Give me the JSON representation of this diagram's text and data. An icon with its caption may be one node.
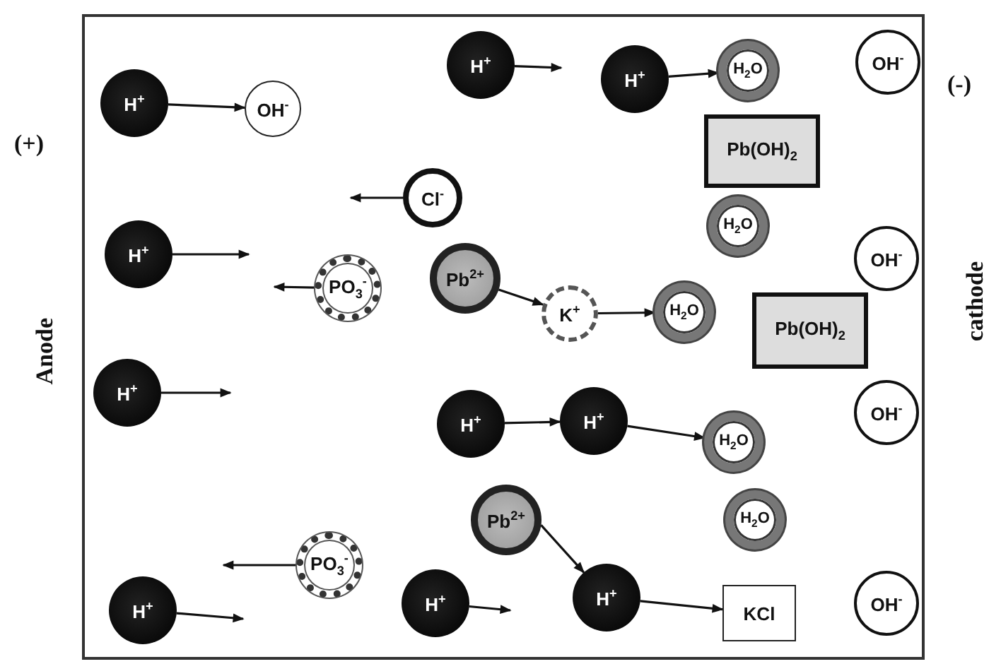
{
  "diagram": {
    "nodes": [
      {
        "text": [
          "H$^{+}$"
        ]
      },
      {
        "text": [
          "OH$^{-}$"
        ]
      },
      {
        "text": [
          "H$^{+}$"
        ]
      },
      {
        "text": [
          "H$^{+}$"
        ]
      },
      {
        "text": [
          "H$_{2}$O"
        ]
      },
      {
        "text": [
          "OH$^{-}$"
        ]
      },
      {
        "text": [
          "Pb(OH)$_{2}$"
        ]
      },
      {
        "text": [
          "Cl$^{-}$"
        ]
      },
      {
        "text": [
          "H$_{2}$O"
        ]
      },
      {
        "text": [
          "H$^{+}$"
        ]
      },
      {
        "text": [
          "PO$_{3}$$^{-}$"
        ]
      },
      {
        "text": [
          "Pb$^{2+}$"
        ]
      },
      {
        "text": [
          "OH$^{-}$"
        ]
      },
      {
        "text": [
          "K$^{+}$"
        ]
      },
      {
        "text": [
          "H$_{2}$O"
        ]
      },
      {
        "text": [
          "Pb(OH)$_{2}$"
        ]
      },
      {
        "text": [
          "H$^{+}$"
        ]
      },
      {
        "text": [
          "H$^{+}$"
        ]
      },
      {
        "text": [
          "H$^{+}$"
        ]
      },
      {
        "text": [
          "H$_{2}$O"
        ]
      },
      {
        "text": [
          "OH$^{-}$"
        ]
      },
      {
        "text": [
          "Pb$^{2+}$"
        ]
      },
      {
        "text": [
          "H$_{2}$O"
        ]
      },
      {
        "text": [
          "PO$_{3}$$^{-}$"
        ]
      },
      {
        "text": [
          "H$^{+}$"
        ]
      },
      {
        "text": [
          "H$^{+}$"
        ]
      },
      {
        "text": [
          "H$^{+}$"
        ]
      },
      {
        "text": [
          "KCl"
        ]
      },
      {
        "text": [
          "OH$^{-}$"
        ]
      }
    ],
    "edges": [
      {
        "from": 0,
        "to": 1,
        "arrow": "to"
      },
      {
        "from": 2,
        "to": null,
        "arrow": "to"
      },
      {
        "from": 3,
        "to": 4,
        "arrow": "to"
      },
      {
        "from": 7,
        "to": null,
        "arrow": "to"
      },
      {
        "from": 9,
        "to": null,
        "arrow": "to"
      },
      {
        "from": 10,
        "to": null,
        "arrow": "to"
      },
      {
        "from": 11,
        "to": 13,
        "arrow": "to"
      },
      {
        "from": 13,
        "to": 14,
        "arrow": "to"
      },
      {
        "from": 16,
        "to": null,
        "arrow": "to"
      },
      {
        "from": 17,
        "to": 18,
        "arrow": "to"
      },
      {
        "from": 18,
        "to": 19,
        "arrow": "to"
      },
      {
        "from": 21,
        "to": 26,
        "arrow": "to"
      },
      {
        "from": 23,
        "to": null,
        "arrow": "to"
      },
      {
        "from": 24,
        "to": null,
        "arrow": "to"
      },
      {
        "from": 25,
        "to": null,
        "arrow": "to"
      },
      {
        "from": 26,
        "to": 27,
        "arrow": "to"
      }
    ],
    "labels": [
      "(+)",
      "Anode",
      "(-)",
      "cathode"
    ]
  }
}
